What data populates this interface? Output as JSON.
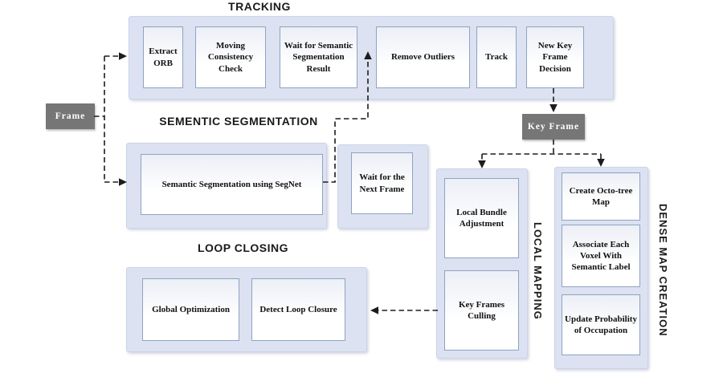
{
  "headers": {
    "tracking": "TRACKING",
    "semantic": "SEMENTIC SEGMENTATION",
    "loop_closing": "LOOP CLOSING",
    "local_mapping": "LOCAL MAPPING",
    "dense_map": "DENSE MAP CREATION"
  },
  "nodes": {
    "frame": "Frame",
    "key_frame": "Key Frame"
  },
  "tracking": {
    "boxes": [
      "Extract ORB",
      "Moving Consistency Check",
      "Wait for Semantic Segmentation Result",
      "Remove Outliers",
      "Track",
      "New Key Frame Decision"
    ]
  },
  "semantic": {
    "boxes": [
      "Semantic Segmentation using SegNet",
      "Wait for the Next Frame"
    ]
  },
  "loop_closing": {
    "boxes": [
      "Global Optimization",
      "Detect Loop Closure"
    ]
  },
  "local_mapping": {
    "boxes": [
      "Local Bundle Adjustment",
      "Key Frames Culling"
    ]
  },
  "dense_map": {
    "boxes": [
      "Create Octo-tree Map",
      "Associate Each Voxel With Semantic Label",
      "Update Probability of Occupation"
    ]
  },
  "colors": {
    "panel_fill": "#dce2f1",
    "box_border": "#8ea3c2",
    "gray_node_fill": "#767676",
    "arrow": "#1c1c1c",
    "text": "#111111"
  }
}
